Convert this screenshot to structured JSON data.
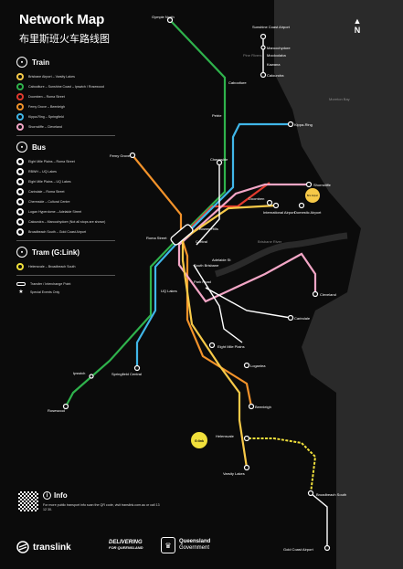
{
  "header": {
    "title": "Network Map",
    "subtitle": "布里斯班火车路线图",
    "north": "N"
  },
  "legend": {
    "train_heading": "Train",
    "train_lines": [
      {
        "name": "Brisbane Airport – Varsity Lakes",
        "color": "#f7c948"
      },
      {
        "name": "Caboolture – Sunshine Coast – Ipswich / Rosewood",
        "color": "#2fb24c"
      },
      {
        "name": "Doomben – Roma Street",
        "color": "#e23b2e"
      },
      {
        "name": "Ferny Grove – Beenleigh",
        "color": "#f2922a"
      },
      {
        "name": "Kippa-Ring – Springfield",
        "color": "#40b6e8"
      },
      {
        "name": "Shorncliffe – Cleveland",
        "color": "#f3a6c6"
      }
    ],
    "bus_heading": "Bus",
    "bus_lines": [
      {
        "name": "Eight Mile Plains – Roma Street",
        "color": "#ffffff"
      },
      {
        "name": "RBWH – UQ Lakes",
        "color": "#ffffff"
      },
      {
        "name": "Eight Mile Plains – UQ Lakes",
        "color": "#ffffff"
      },
      {
        "name": "Carindale – Roma Street",
        "color": "#ffffff"
      },
      {
        "name": "Chermside – Cultural Centre",
        "color": "#ffffff"
      },
      {
        "name": "Logan Hyperdome – Adelaide Street",
        "color": "#ffffff"
      },
      {
        "name": "Caloundra – Maroochydore (Not all stops are shown)",
        "color": "#ffffff"
      },
      {
        "name": "Broadbeach South – Gold Coast Airport",
        "color": "#ffffff"
      }
    ],
    "tram_heading": "Tram (G:Link)",
    "tram_lines": [
      {
        "name": "Helensvale – Broadbeach South",
        "color": "#f1e03b"
      }
    ],
    "interchange_label": "Transfer / Interchange Point",
    "special_label": "Special Events Only"
  },
  "info": {
    "title": "Info",
    "text": "For more public transport info scan the QR code, visit translink.com.au or call 13 12 30."
  },
  "footer": {
    "brand": "translink",
    "delivering_1": "DELIVERING",
    "delivering_2": "FOR QUEENSLAND",
    "gov_1": "Queensland",
    "gov_2": "Government"
  },
  "map": {
    "colors": {
      "land": "#0b0b0b",
      "water": "#2a2a2a",
      "airport_train": "#f7c948",
      "sunshine_ipswich": "#2fb24c",
      "doomben": "#e23b2e",
      "ferny_beenleigh": "#f2922a",
      "kippa_springfield": "#40b6e8",
      "shorncliffe_cleveland": "#f3a6c6",
      "bus": "#ffffff",
      "tram": "#f1e03b"
    },
    "labels": {
      "gympie_north": "Gympie North",
      "sunshine_coast_airport": "Sunshine Coast Airport",
      "maroochydore": "Maroochydore",
      "mooloolaba": "Mooloolaba",
      "kawana": "Kawana",
      "caloundra": "Caloundra",
      "caboolture": "Caboolture",
      "petrie": "Petrie",
      "kippa_ring": "Kippa-Ring",
      "ferny_grove": "Ferny Grove",
      "chermside": "Chermside",
      "shorncliffe": "Shorncliffe",
      "doomben": "Doomben",
      "international_airport": "International Airport",
      "domestic_airport": "Domestic Airport",
      "bowen_hills": "Bowen Hills",
      "roma_street": "Roma Street",
      "central": "Central",
      "fortitude_valley": "Fortitude Valley",
      "south_brisbane": "South Brisbane",
      "park_road": "Park Road",
      "uq_lakes": "UQ Lakes",
      "adelaide_st": "Adelaide St",
      "cleveland": "Cleveland",
      "carindale": "Carindale",
      "eight_mile_plains": "Eight Mile Plains",
      "loganlea": "Loganlea",
      "beenleigh": "Beenleigh",
      "springfield_central": "Springfield Central",
      "ipswich": "Ipswich",
      "rosewood": "Rosewood",
      "helensvale": "Helensvale",
      "varsity_lakes": "Varsity Lakes",
      "broadbeach_south": "Broadbeach South",
      "gold_coast_airport": "Gold Coast Airport",
      "moreton_bay": "Moreton Bay",
      "brisbane_river": "Brisbane River",
      "pine_rivers": "Pine Rivers",
      "tram_badge": "G:link",
      "bris_airport_badge": "Bris Airport"
    }
  }
}
